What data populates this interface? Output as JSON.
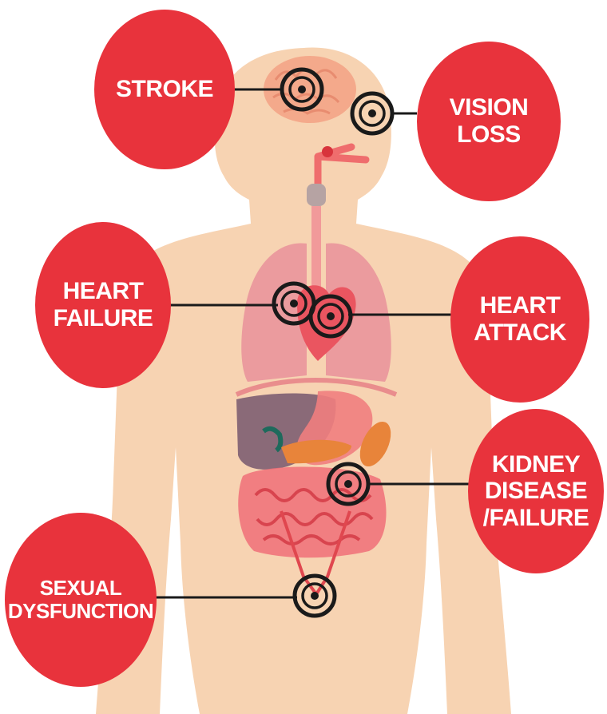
{
  "colors": {
    "callout_red": "#e8333c",
    "skin": "#f7d3b2",
    "organ_pink": "#ee8b8e",
    "intestine": "#f06f78",
    "liver": "#8a6a78",
    "target": "#1a1a1a"
  },
  "callouts": {
    "stroke": {
      "lines": [
        "STROKE"
      ]
    },
    "vision_loss": {
      "lines": [
        "VISION",
        "LOSS"
      ]
    },
    "heart_failure": {
      "lines": [
        "HEART",
        "FAILURE"
      ]
    },
    "heart_attack": {
      "lines": [
        "HEART",
        "ATTACK"
      ]
    },
    "kidney": {
      "lines": [
        "KIDNEY",
        "DISEASE",
        "/FAILURE"
      ]
    },
    "sexual": {
      "lines": [
        "SEXUAL",
        "DYSFUNCTION"
      ]
    }
  }
}
